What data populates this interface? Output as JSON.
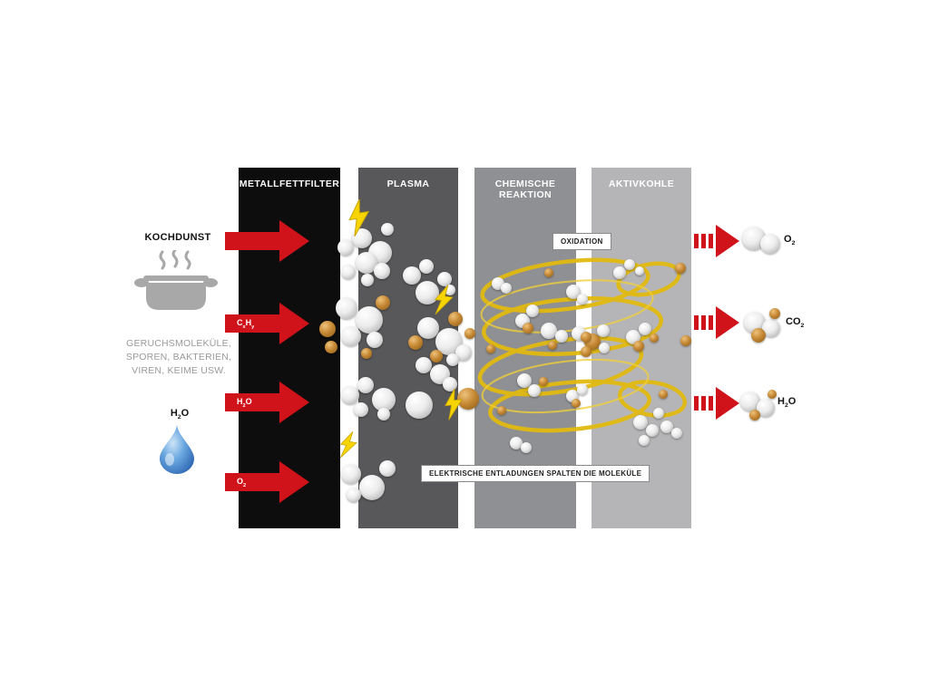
{
  "source": {
    "label": "KOCHDUNST",
    "description_lines": [
      "GERUCHSMOLEKÜLE,",
      "SPOREN, BAKTERIEN,",
      "VIREN, KEIME USW."
    ],
    "water_label": "H~2~O"
  },
  "stages": [
    {
      "label_lines": [
        "METALLFETTFILTER"
      ],
      "color": "#0d0d0d"
    },
    {
      "label_lines": [
        "PLASMA"
      ],
      "color": "#58585a"
    },
    {
      "label_lines": [
        "CHEMISCHE",
        "REAKTION"
      ],
      "color": "#8f9093"
    },
    {
      "label_lines": [
        "AKTIVKOHLE"
      ],
      "color": "#b5b5b7"
    }
  ],
  "inputs": [
    {
      "label": ""
    },
    {
      "label": "C~x~H~y~"
    },
    {
      "label": "H~2~O"
    },
    {
      "label": "O~2~"
    }
  ],
  "annotations": {
    "oxidation": "OXIDATION",
    "discharge": "ELEKTRISCHE ENTLADUNGEN SPALTEN DIE MOLEKÜLE"
  },
  "outputs": [
    {
      "label": "O~2~"
    },
    {
      "label": "CO~2~"
    },
    {
      "label": "H~2~O"
    }
  ],
  "icons": {
    "source": "cooking-pot-with-steam",
    "water": "water-drop",
    "plasma": "lightning-bolt",
    "reaction": "vortex-swirl"
  },
  "colors": {
    "arrow_red": "#d0121b",
    "bolt_yellow": "#f6d400",
    "swirl_yellow": "#e2ba10",
    "band_black": "#0d0d0d",
    "band_dark_gray": "#58585a",
    "band_mid_gray": "#8f9093",
    "band_light_gray": "#b5b5b7",
    "description_gray": "#9a9a9a"
  }
}
